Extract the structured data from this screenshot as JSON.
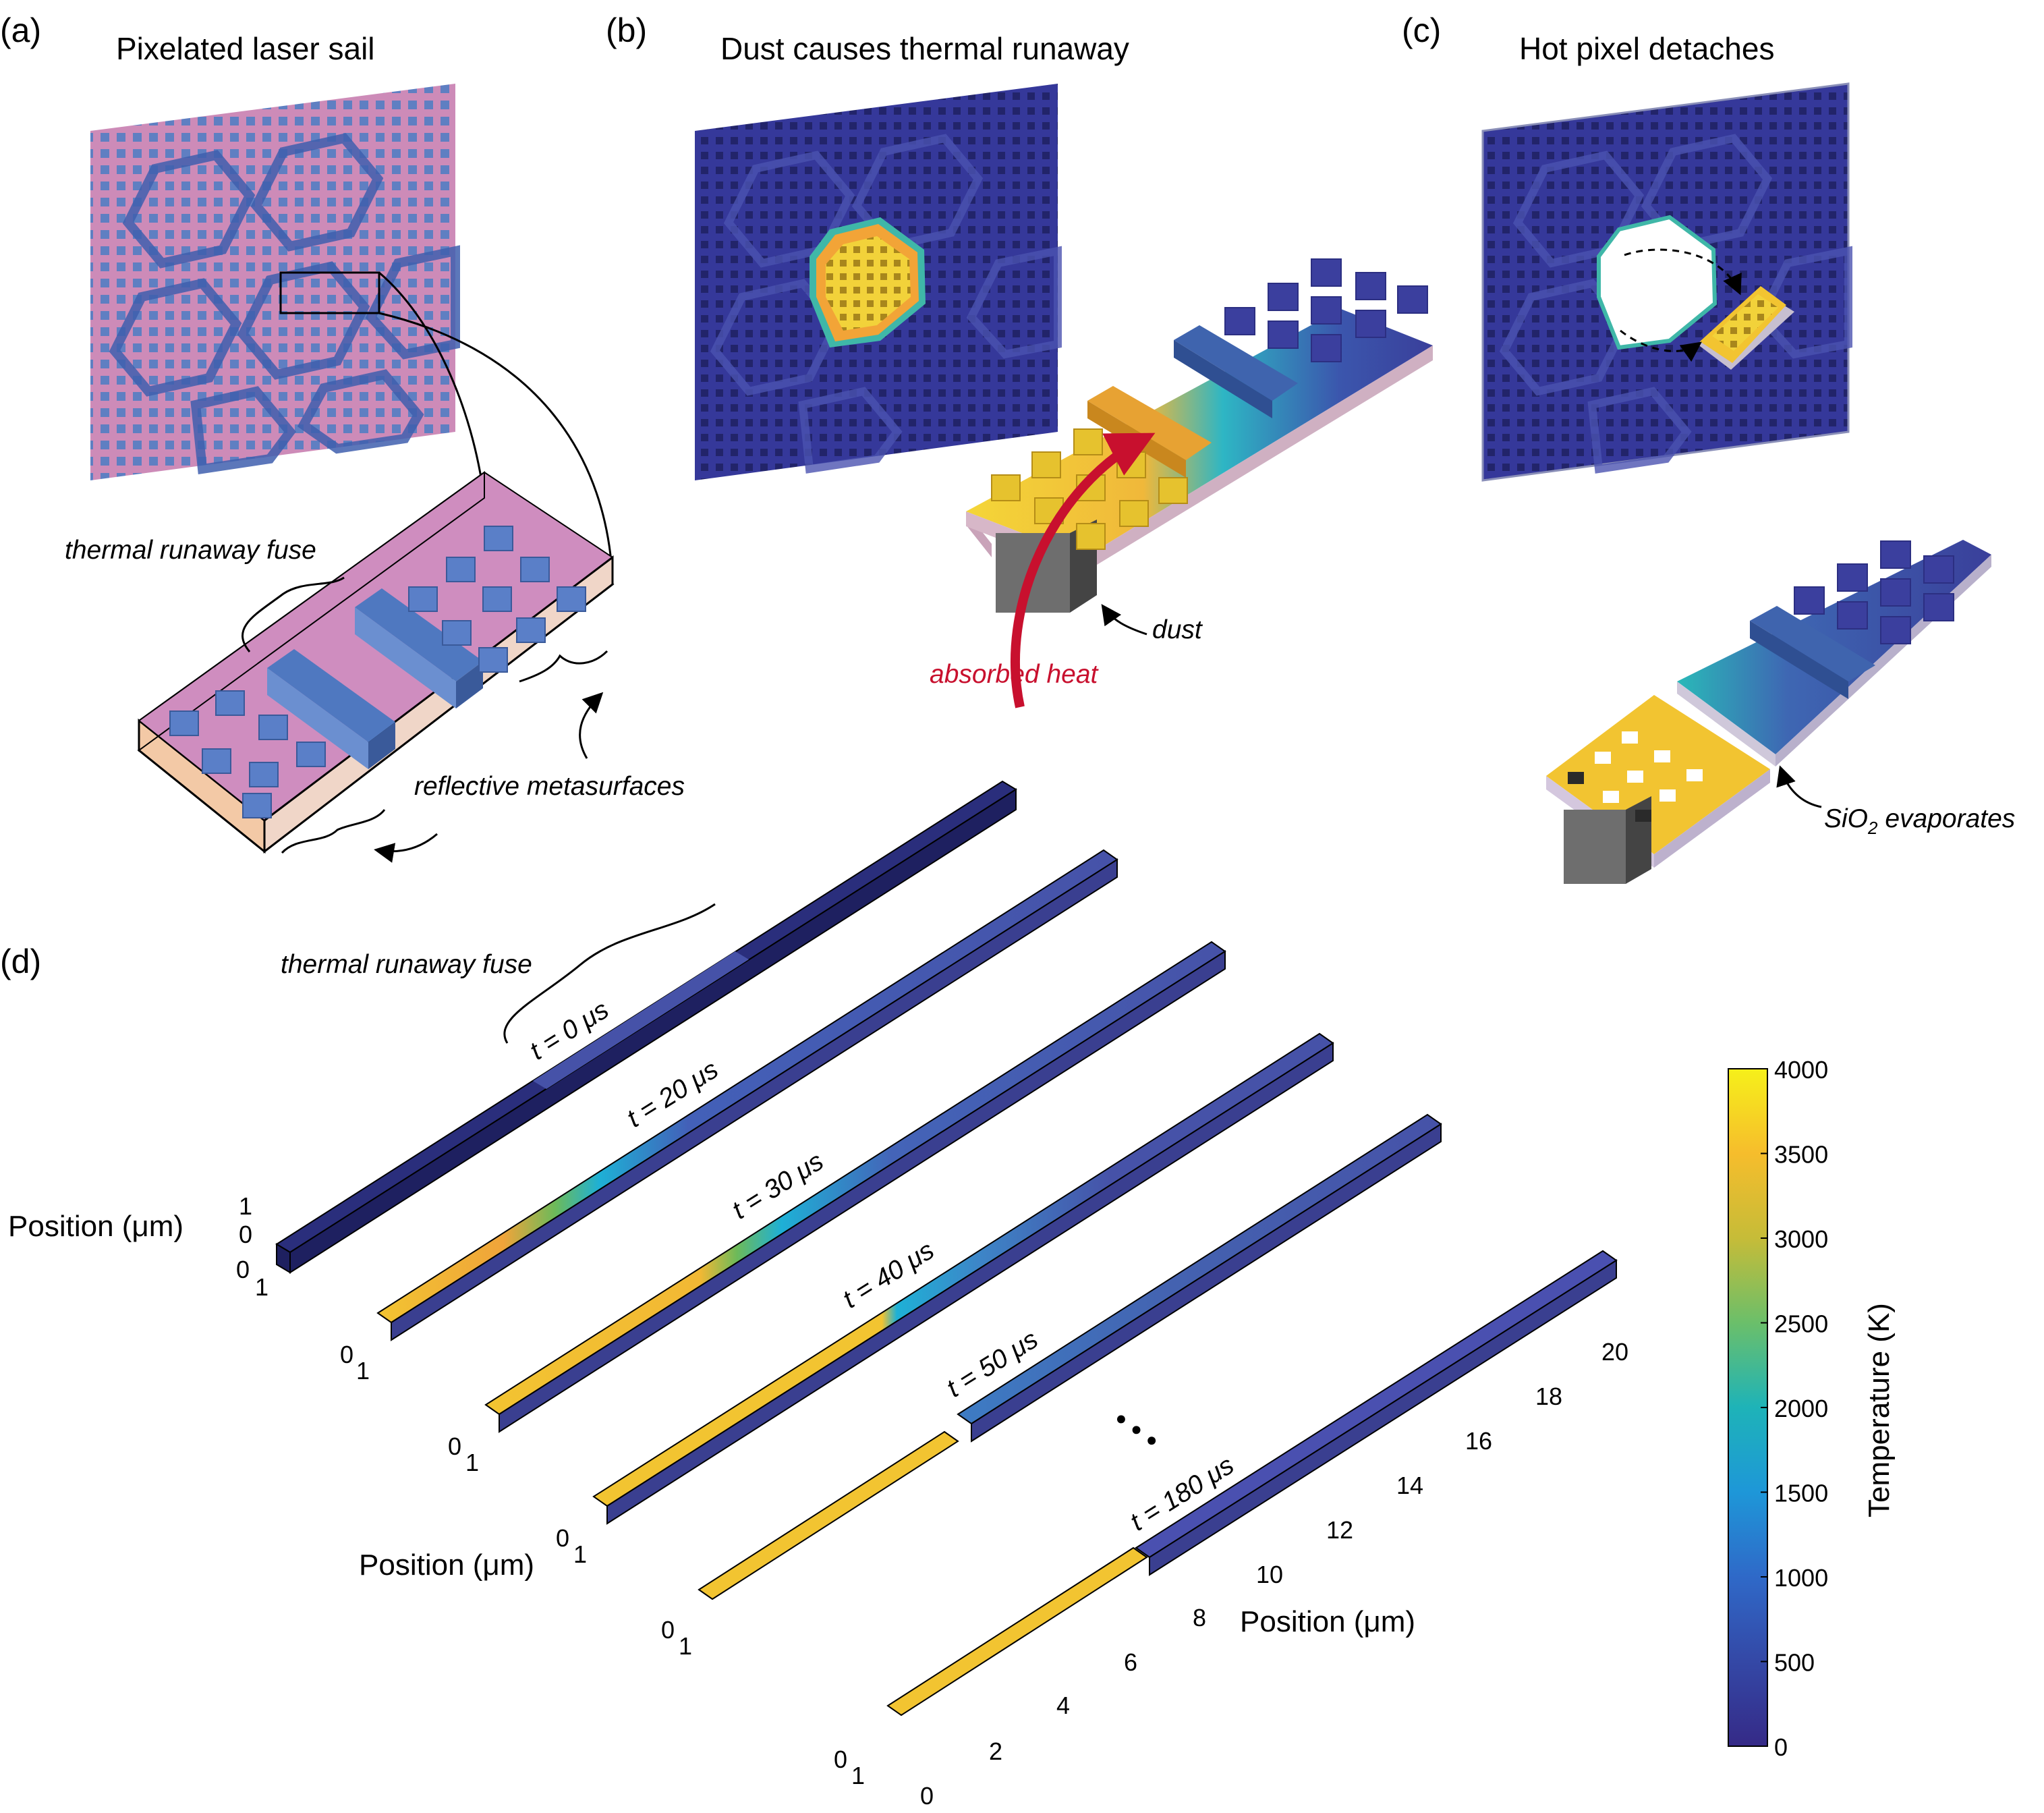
{
  "panels": {
    "a": {
      "label": "(a)",
      "title": "Pixelated laser sail",
      "annotations": {
        "fuse": "thermal runaway fuse",
        "meta": "reflective metasurfaces"
      }
    },
    "b": {
      "label": "(b)",
      "title": "Dust causes thermal runaway",
      "annotations": {
        "dust": "dust",
        "heat": "absorbed heat"
      }
    },
    "c": {
      "label": "(c)",
      "title": "Hot pixel detaches",
      "annotations": {
        "evap_sio": "SiO",
        "evap_sub": "2",
        "evap_rest": " evaporates"
      }
    },
    "d": {
      "label": "(d)",
      "fuse_annotation": "thermal runaway fuse",
      "times": [
        "t = 0 μs",
        "t = 20 μs",
        "t = 30 μs",
        "t = 40 μs",
        "t = 50 μs",
        "t = 180 μs"
      ],
      "ellipsis": "• • •",
      "axis_label": "Position (μm)",
      "position_ticks": [
        "0",
        "2",
        "4",
        "6",
        "8",
        "10",
        "12",
        "14",
        "16",
        "18",
        "20"
      ],
      "width_ticks": [
        "0",
        "1"
      ],
      "height_ticks": [
        "1",
        "0"
      ]
    }
  },
  "colorbar": {
    "title": "Temperature (K)",
    "ticks": [
      "0",
      "500",
      "1000",
      "1500",
      "2000",
      "2500",
      "3000",
      "3500",
      "4000"
    ],
    "min": 0,
    "max": 4000
  },
  "colors": {
    "blue_cold": "#4652a8",
    "dark_navy": "#2c2f82",
    "hot_yellow": "#f2c431",
    "cyan": "#1eb0d6",
    "green": "#6cba5a",
    "pink_substrate": "#cd8bb8",
    "arrow_red": "#c8102e"
  },
  "chart_data": {
    "type": "heatmap",
    "colorbar_range": [
      0,
      4000
    ],
    "colorbar_label": "Temperature (K)",
    "position_range_um": [
      0,
      20
    ]
  }
}
